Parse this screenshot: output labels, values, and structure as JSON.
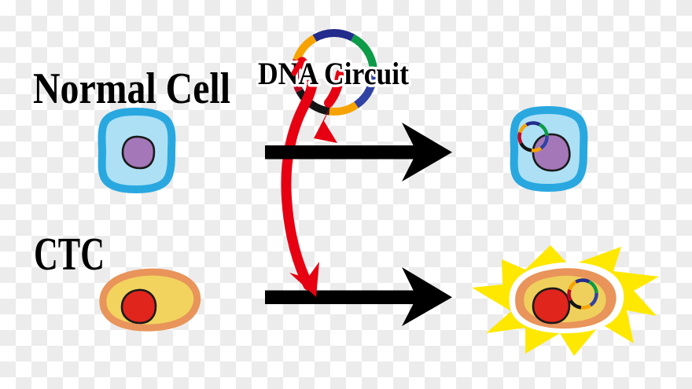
{
  "labels": {
    "normal_cell": "Normal Cell",
    "ctc": "CTC",
    "dna_circuit": "DNA Circuit"
  },
  "colors": {
    "red_arrow": "#E60012",
    "arrow_black": "#000000",
    "cell_membrane_blue": "#29A8E0",
    "cell_cytoplasm_blue": "#ADE0F5",
    "nucleus_purple": "#A478B8",
    "ctc_membrane_orange": "#E8945A",
    "ctc_cytoplasm_yellow": "#F2D35E",
    "nucleus_red": "#E0251C",
    "starburst_yellow": "#FFE800",
    "checker_gray": "#ECECEC",
    "checker_white": "#FFFFFF",
    "label_text": "#000000"
  },
  "plasmid": {
    "segments": [
      {
        "color": "#232C8C",
        "a0": -120,
        "a1": -62
      },
      {
        "color": "#0D9B47",
        "a0": -62,
        "a1": -4
      },
      {
        "color": "#3142A5",
        "a0": -4,
        "a1": 56
      },
      {
        "color": "#F6A300",
        "a0": 56,
        "a1": 97
      },
      {
        "color": "#141414",
        "a0": 97,
        "a1": 152
      },
      {
        "color": "#C00A26",
        "a0": 152,
        "a1": 198
      },
      {
        "color": "#F6A300",
        "a0": 198,
        "a1": 240
      }
    ]
  }
}
